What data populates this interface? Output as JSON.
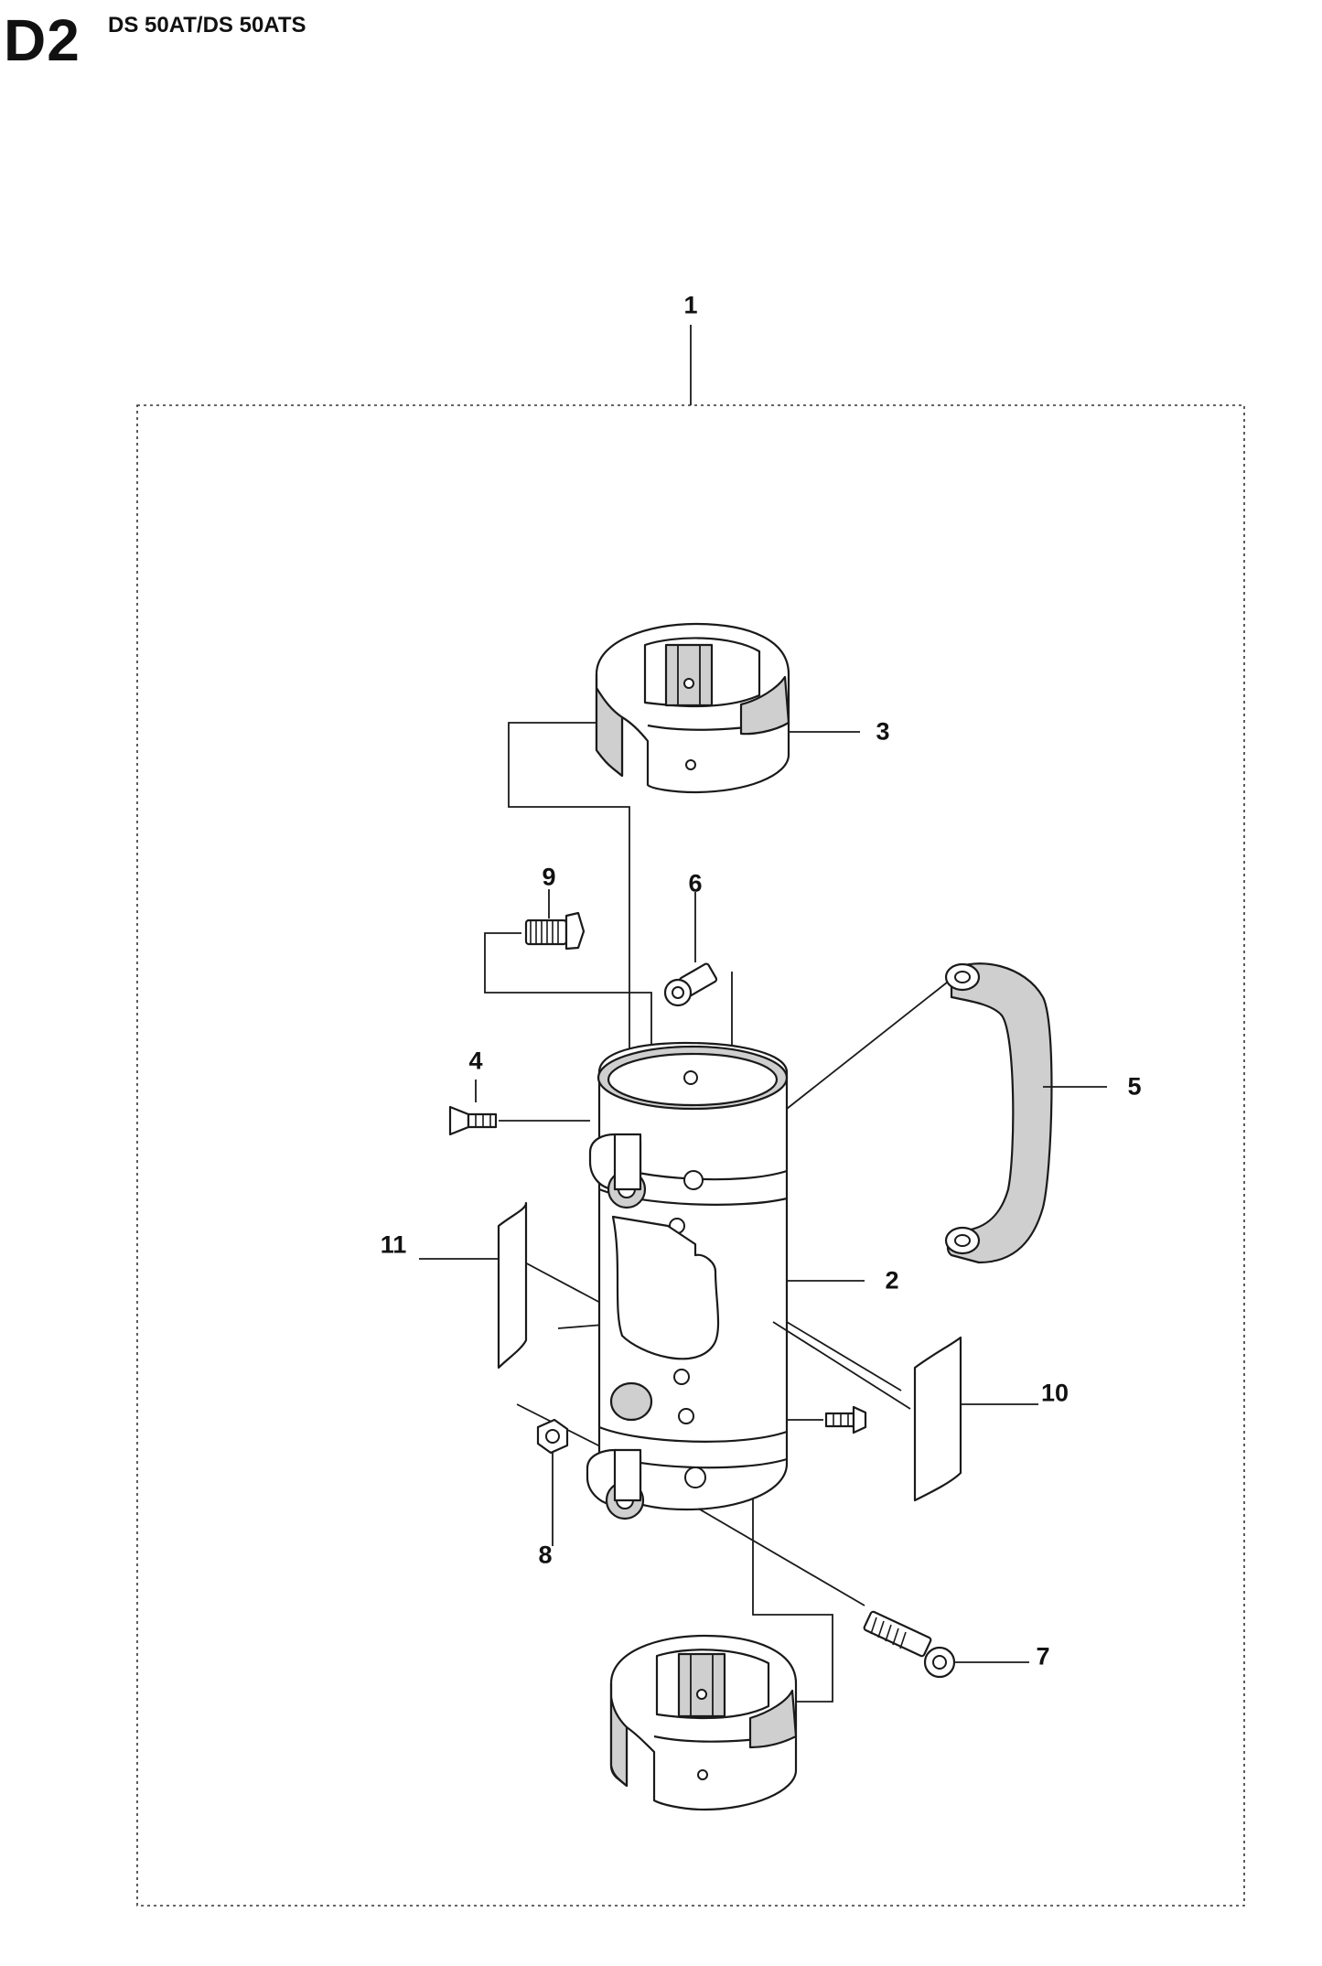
{
  "header": {
    "section_code": "D2",
    "model_title": "DS 50AT/DS 50ATS"
  },
  "callouts": [
    "1",
    "2",
    "3",
    "4",
    "5",
    "6",
    "7",
    "8",
    "9",
    "10",
    "11"
  ]
}
